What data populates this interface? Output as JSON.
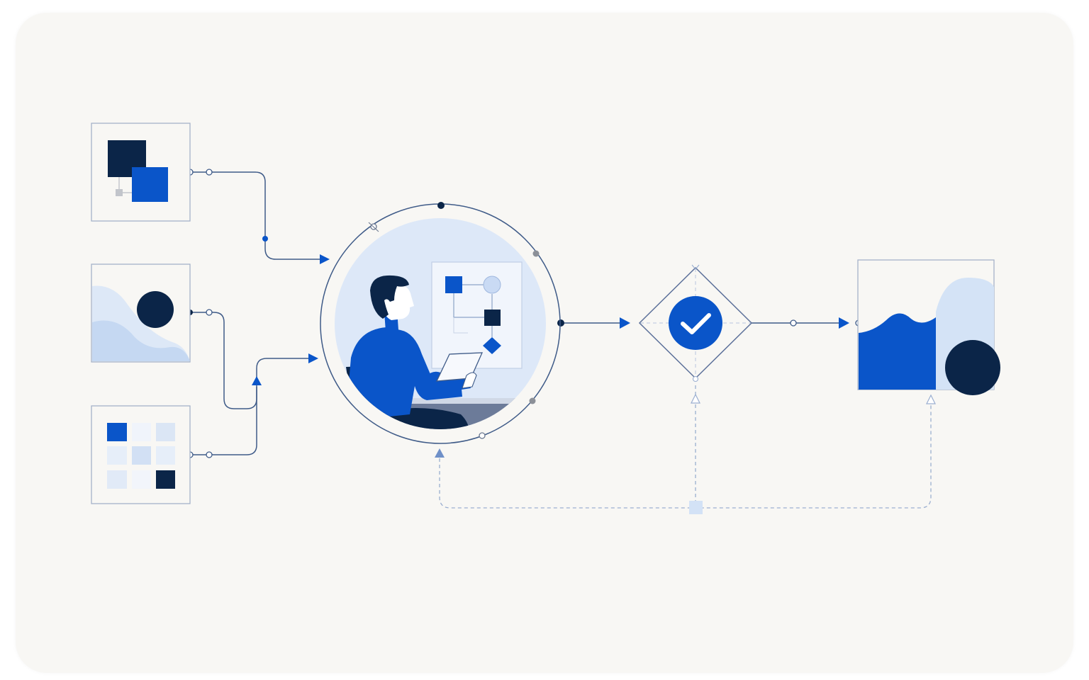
{
  "colors": {
    "background": "#ffffff",
    "card": "#f8f7f4",
    "navy": "#0b2548",
    "blue": "#0a55c9",
    "light_blue": "#cddff5",
    "pale_blue": "#e6effb",
    "line": "#3f5b88",
    "dashed_line": "#9aaed0",
    "frame": "#a5b3c9",
    "gray": "#8c9098"
  },
  "nodes": [
    {
      "id": "input-shapes",
      "icon": "overlapping-squares-icon"
    },
    {
      "id": "input-image",
      "icon": "landscape-sun-icon"
    },
    {
      "id": "input-grid",
      "icon": "grid-tiles-icon"
    },
    {
      "id": "review-hub",
      "icon": "person-reviewing-document-icon"
    },
    {
      "id": "approval-gate",
      "icon": "check-circle-icon"
    },
    {
      "id": "output-chart",
      "icon": "area-chart-icon"
    }
  ],
  "connections": [
    {
      "from": "input-shapes",
      "to": "review-hub",
      "style": "solid"
    },
    {
      "from": "input-image",
      "to": "review-hub",
      "style": "solid"
    },
    {
      "from": "input-grid",
      "to": "review-hub",
      "style": "solid"
    },
    {
      "from": "review-hub",
      "to": "approval-gate",
      "style": "solid"
    },
    {
      "from": "approval-gate",
      "to": "output-chart",
      "style": "solid"
    },
    {
      "from": "output-chart",
      "to": "review-hub",
      "style": "dashed",
      "via": "feedback-loop"
    },
    {
      "from": "approval-gate",
      "to": "review-hub",
      "style": "dashed",
      "via": "feedback-loop"
    }
  ]
}
